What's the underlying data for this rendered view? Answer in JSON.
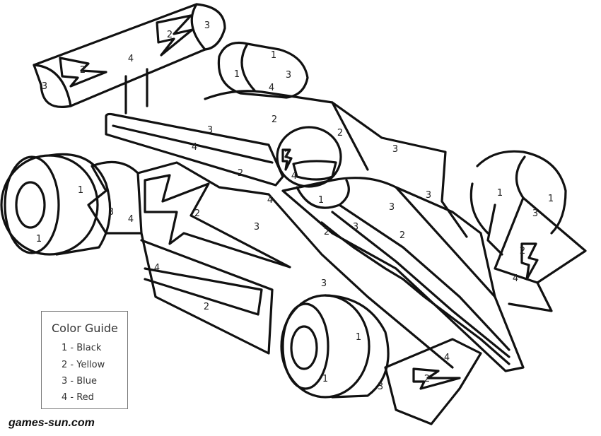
{
  "color_guide": {
    "title": "Color Guide",
    "items": [
      "1 - Black",
      "2 - Yellow",
      "3 - Blue",
      "4 - Red"
    ]
  },
  "palette": {
    "1": "#000000",
    "2": "#ffd800",
    "3": "#1e5fd0",
    "4": "#d81e1e"
  },
  "region_numbers": [
    "3",
    "2",
    "4",
    "2",
    "3",
    "1",
    "1",
    "3",
    "4",
    "2",
    "3",
    "2",
    "3",
    "4",
    "2",
    "4",
    "2",
    "4",
    "1",
    "3",
    "3",
    "1",
    "1",
    "3",
    "1",
    "3",
    "4",
    "1",
    "2",
    "3",
    "3",
    "2",
    "2",
    "2",
    "4",
    "4",
    "3",
    "2",
    "1",
    "1",
    "4",
    "2",
    "3"
  ],
  "watermark": "games-sun.com"
}
